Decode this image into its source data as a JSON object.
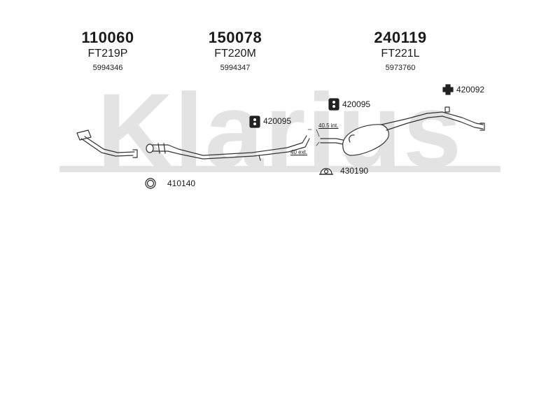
{
  "watermark": {
    "text": "Klarius",
    "color": "#dcdcdc"
  },
  "parts": [
    {
      "number": "110060",
      "code": "FT219P",
      "oe": "5994346"
    },
    {
      "number": "150078",
      "code": "FT220M",
      "oe": "5994347"
    },
    {
      "number": "240119",
      "code": "FT221L",
      "oe": "5973760"
    }
  ],
  "hardware": [
    {
      "code": "420092",
      "icon": "hanger-icon"
    },
    {
      "code": "420095",
      "icon": "rubber-mount-icon"
    },
    {
      "code": "420095",
      "icon": "rubber-mount-icon"
    },
    {
      "code": "410140",
      "icon": "gasket-ring-icon"
    },
    {
      "code": "430190",
      "icon": "clamp-icon"
    }
  ],
  "dimensions": {
    "int_label": "40.5 int.",
    "ext_label": "40 ext."
  }
}
